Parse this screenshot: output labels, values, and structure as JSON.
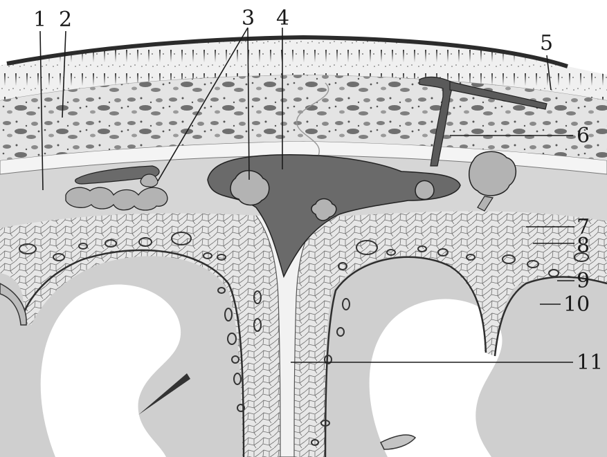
{
  "figure": {
    "labels": [
      {
        "id": 1,
        "text": "1"
      },
      {
        "id": 2,
        "text": "2"
      },
      {
        "id": 3,
        "text": "3"
      },
      {
        "id": 4,
        "text": "4"
      },
      {
        "id": 5,
        "text": "5"
      },
      {
        "id": 6,
        "text": "6"
      },
      {
        "id": 7,
        "text": "7"
      },
      {
        "id": 8,
        "text": "8"
      },
      {
        "id": 9,
        "text": "9"
      },
      {
        "id": 10,
        "text": "10"
      },
      {
        "id": 11,
        "text": "11"
      }
    ]
  },
  "colors": {
    "skin_edge": "#2b2b2b",
    "bone": "#d9d9d9",
    "bone_spots": "#8a8a8a",
    "dura": "#e6e6e6",
    "sinus": "#6a6a6a",
    "arachnoid_mesh": "#bdbdbd",
    "mesh_lines": "#555555",
    "brain": "#c8c8c8",
    "vessel": "#3a3a3a"
  }
}
